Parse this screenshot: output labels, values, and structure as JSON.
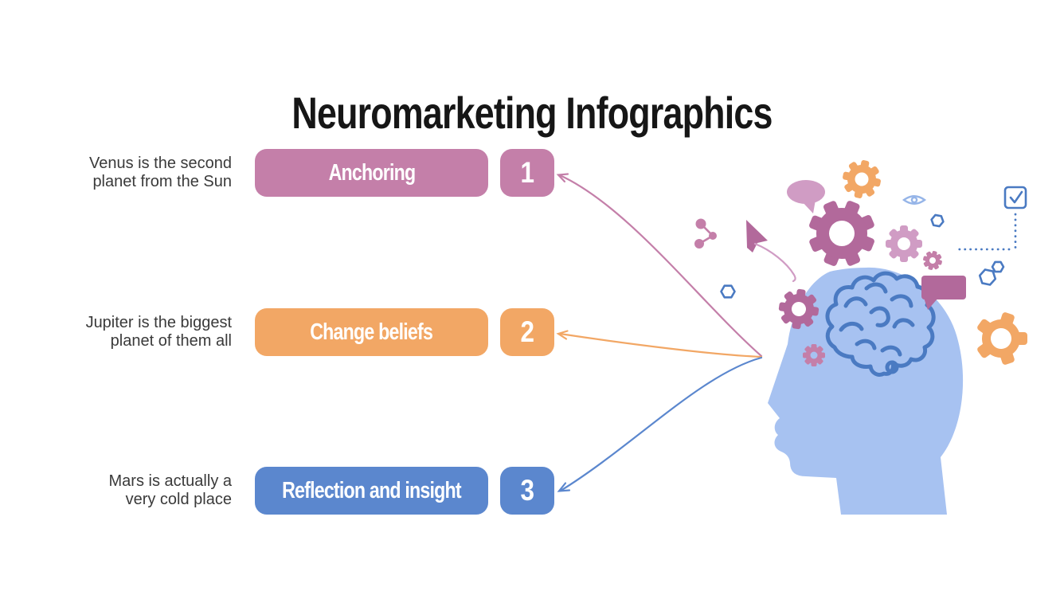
{
  "title": "Neuromarketing Infographics",
  "rows": [
    {
      "lines": [
        "Venus is the second",
        "planet from the Sun"
      ],
      "label": "Anchoring",
      "number": "1",
      "color": "#c47fa9"
    },
    {
      "lines": [
        "Jupiter is the biggest",
        "planet of them all"
      ],
      "label": "Change beliefs",
      "number": "2",
      "color": "#f2a765"
    },
    {
      "lines": [
        "Mars is actually a",
        "very cold place"
      ],
      "label": "Reflection and insight",
      "number": "3",
      "color": "#5b87ce"
    }
  ],
  "colors": {
    "rose": "#b2699b",
    "rose_mid": "#c47fa9",
    "rose_light": "#d09cc4",
    "orange": "#f2a765",
    "blue": "#5b87ce",
    "icon_blue": "#4a7ac2",
    "eye_blue": "#96b5e8",
    "head": "#a7c2f1",
    "text": "#3a3a3a",
    "title": "#161616",
    "background": "#ffffff"
  },
  "icons": [
    "head-silhouette",
    "brain-icon",
    "gear-icon",
    "speech-bubble-icon",
    "eye-icon",
    "checkbox-checked-icon",
    "hexagon-icon",
    "molecule-icon",
    "cursor-arrow-icon",
    "dotted-connector",
    "curved-arrow"
  ]
}
